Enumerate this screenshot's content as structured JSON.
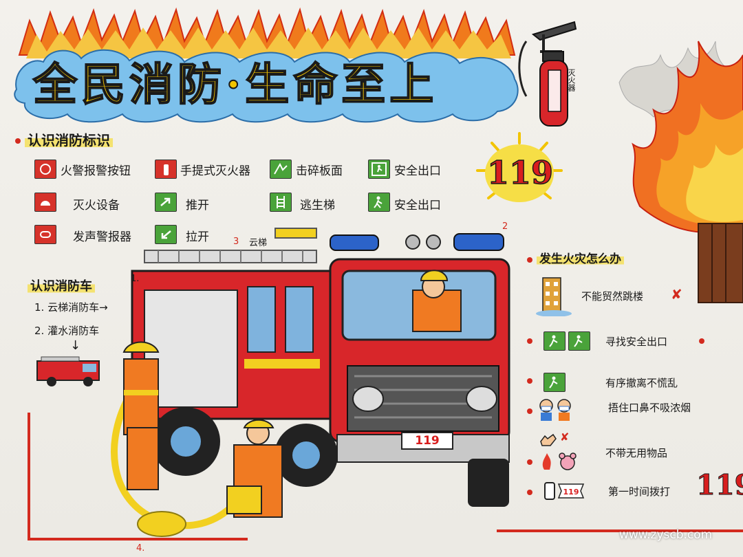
{
  "title": "全民消防·生命至上",
  "extinguisher_label": "灭火器",
  "emergency_number": "119",
  "signs_section": {
    "heading": "认识消防标识",
    "signs": [
      {
        "label": "火警报警按钮",
        "color": "red",
        "icon": "alarm-button-icon"
      },
      {
        "label": "手提式灭火器",
        "color": "red",
        "icon": "extinguisher-icon"
      },
      {
        "label": "击碎板面",
        "color": "green",
        "icon": "break-glass-icon"
      },
      {
        "label": "安全出口",
        "color": "green",
        "icon": "exit-running-man-icon"
      },
      {
        "label": "灭火设备",
        "color": "red",
        "icon": "fire-equipment-icon"
      },
      {
        "label": "推开",
        "color": "green",
        "icon": "push-arrow-icon"
      },
      {
        "label": "逃生梯",
        "color": "green",
        "icon": "escape-ladder-icon"
      },
      {
        "label": "安全出口",
        "color": "green",
        "icon": "exit-door-icon"
      },
      {
        "label": "发声警报器",
        "color": "red",
        "icon": "siren-icon"
      },
      {
        "label": "拉开",
        "color": "green",
        "icon": "pull-arrow-icon"
      }
    ]
  },
  "trucks_section": {
    "heading": "认识消防车",
    "items": [
      "1. 云梯消防车→",
      "2. 灌水消防车"
    ],
    "down_arrow": "↓"
  },
  "truck_labels": {
    "ladder": "云梯",
    "plate": "119",
    "mark1": "1.",
    "mark2": "2",
    "mark3": "3",
    "mark4": "4."
  },
  "emergency_section": {
    "heading": "发生火灾怎么办",
    "tips": [
      {
        "text": "不能贸然跳楼",
        "icon": "building-jump-icon",
        "mark": "✘"
      },
      {
        "text": "寻找安全出口",
        "icon": "exit-sign-icon"
      },
      {
        "text": "有序撤离不慌乱",
        "icon": "exit-sign-icon"
      },
      {
        "text": "捂住口鼻不吸浓烟",
        "icon": "mask-people-icon"
      },
      {
        "text": "不带无用物品",
        "icon": "toy-bear-icon",
        "mark": "✘"
      },
      {
        "text": "第一时间拨打",
        "icon": "phone-119-icon",
        "number": "119"
      }
    ]
  },
  "watermark": "www.zyscb.com",
  "colors": {
    "fire_red": "#d81e1e",
    "title_yellow": "#f2c400",
    "sign_red": "#d6322a",
    "sign_green": "#4aa33a",
    "cloud_blue": "#6fb7e8"
  }
}
